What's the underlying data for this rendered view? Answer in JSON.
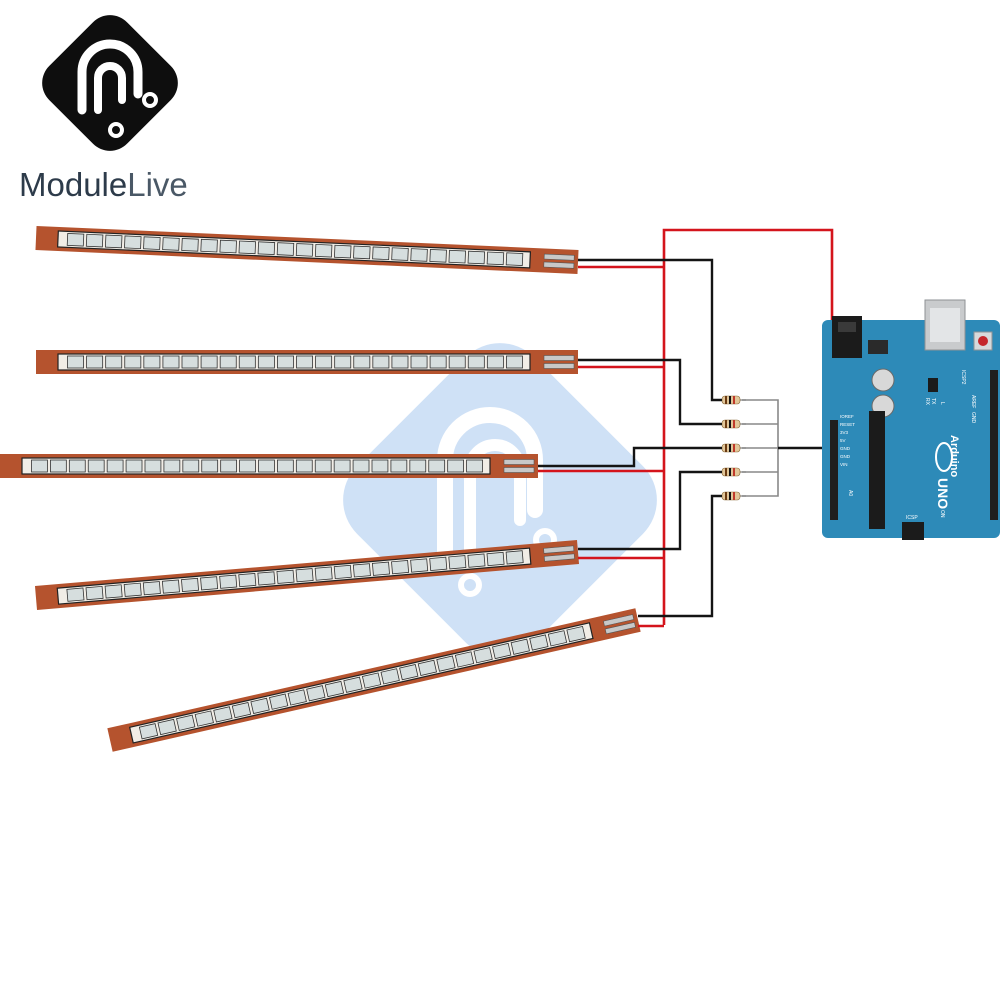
{
  "brand": {
    "name_part1": "Module",
    "name_part2": "Live"
  },
  "board": {
    "model_text": "UNO",
    "brand_text": "Arduino",
    "icsp_label": "ICSP",
    "icsp2_label": "ICSP2",
    "aref_label": "AREF",
    "gnd_label": "GND",
    "tx_label": "TX",
    "rx_label": "RX",
    "on_label": "ON",
    "l_label": "L",
    "power_labels": [
      "IOREF",
      "RESET",
      "3V3",
      "5V",
      "GND",
      "GND",
      "VIN"
    ],
    "analog_label": "A0"
  },
  "colors": {
    "sensor_body": "#b5532e",
    "sensor_track": "#f1ede6",
    "sensor_segment": "#d6dede",
    "board": "#2d8ab8",
    "wire_power": "#d4141c",
    "wire_signal": "#141414",
    "watermark": "#a9c9f0"
  }
}
